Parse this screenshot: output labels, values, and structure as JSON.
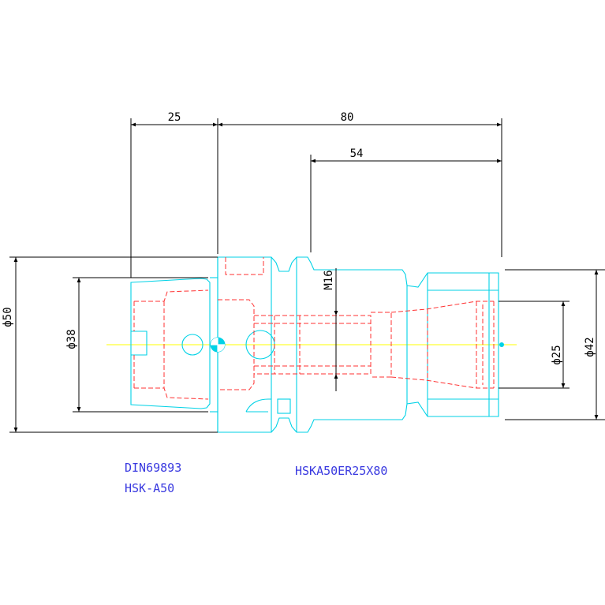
{
  "dimensions": {
    "d25": "25",
    "d80": "80",
    "d54": "54",
    "thread": "M16",
    "dia50": "ф50",
    "dia38": "ф38",
    "dia25": "ф25",
    "dia42": "ф42"
  },
  "labels": {
    "standard": "DIN69893",
    "interface": "HSK-A50",
    "part_number": "HSKA50ER25X80"
  },
  "colors": {
    "outline": "#00d2e6",
    "hidden": "#ff3030",
    "dimension": "#000000",
    "centerline": "#ffff00",
    "text": "#3a3ae0"
  }
}
